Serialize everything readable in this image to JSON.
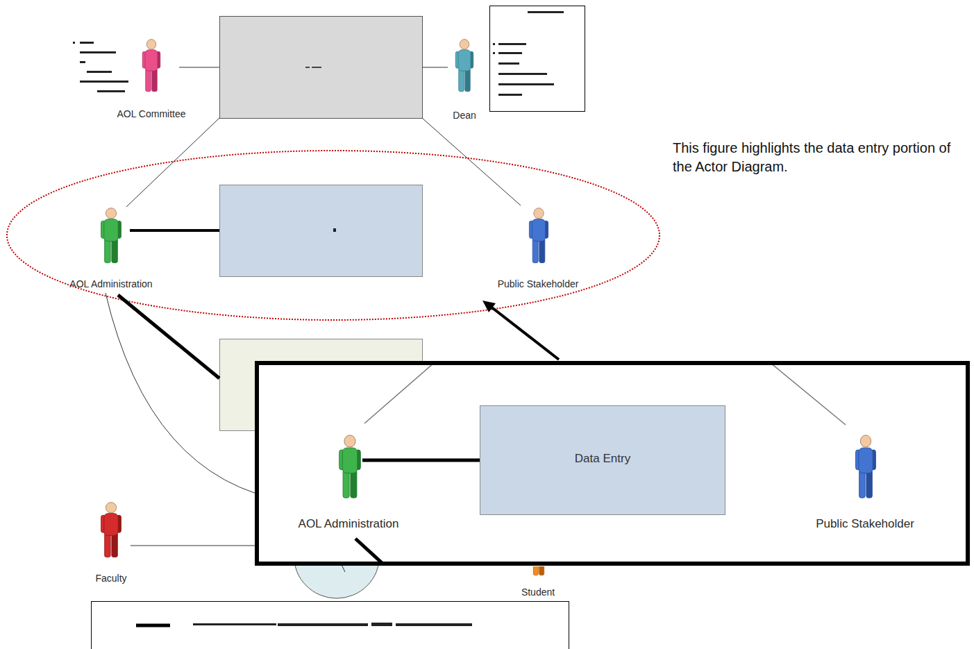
{
  "diagram": {
    "caption": "This figure highlights the data entry portion of the Actor Diagram.",
    "nodes": [
      {
        "text": [
          "AOL Committee"
        ]
      },
      {
        "text": [
          "Dean"
        ]
      },
      {
        "text": [
          "AOL Administration"
        ]
      },
      {
        "text": [
          "Public Stakeholder"
        ]
      },
      {
        "text": [
          "Faculty"
        ]
      },
      {
        "text": [
          "Student"
        ]
      },
      {
        "text": [
          "AOL Administration"
        ]
      },
      {
        "text": [
          "Data Entry"
        ]
      },
      {
        "text": [
          "Public Stakeholder"
        ]
      }
    ],
    "edges": [
      {
        "from": 6,
        "to": 7,
        "arrow": "none"
      }
    ]
  }
}
